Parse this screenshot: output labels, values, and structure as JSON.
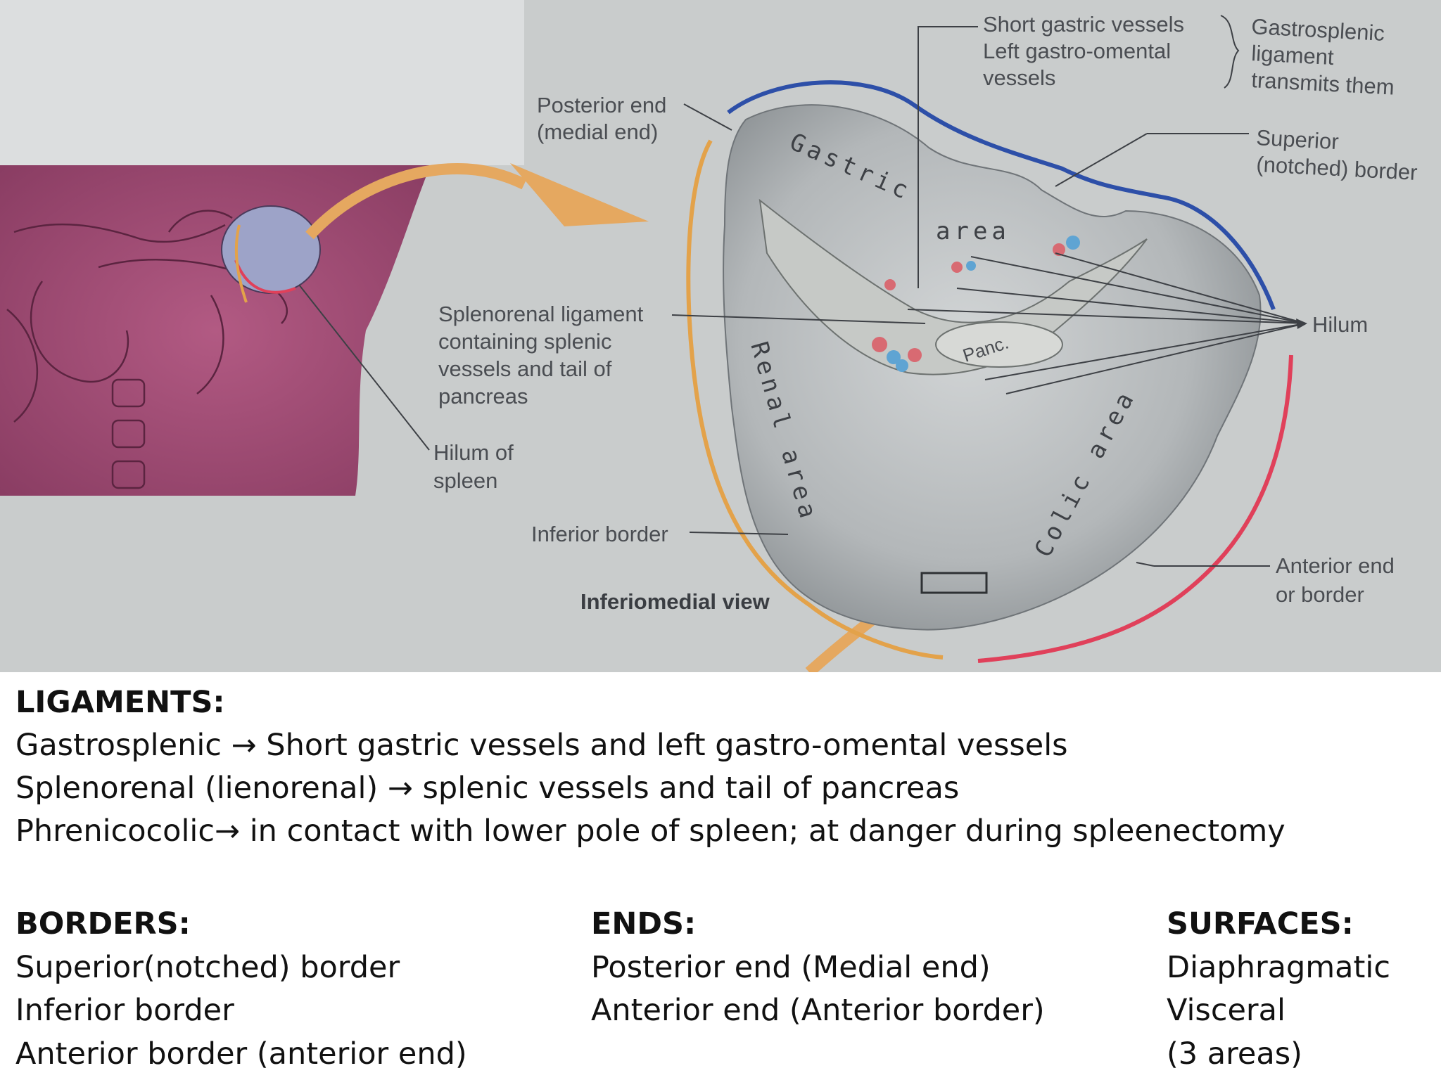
{
  "diagram": {
    "labels": {
      "short_gastric_1": "Short gastric vessels",
      "short_gastric_2": "Left gastro-omental",
      "short_gastric_3": "vessels",
      "gastrosplenic_1": "Gastrosplenic",
      "gastrosplenic_2": "ligament",
      "gastrosplenic_3": "transmits them",
      "posterior_end_1": "Posterior end",
      "posterior_end_2": "(medial end)",
      "superior_border_1": "Superior",
      "superior_border_2": "(notched) border",
      "splenorenal_1": "Splenorenal ligament",
      "splenorenal_2": "containing splenic",
      "splenorenal_3": "vessels and tail of",
      "splenorenal_4": "pancreas",
      "hilum": "Hilum",
      "hilum_of_spleen_1": "Hilum of",
      "hilum_of_spleen_2": "spleen",
      "inferior_border": "Inferior border",
      "view_title": "Inferiomedial view",
      "anterior_end_1": "Anterior end",
      "anterior_end_2": "or border",
      "gastric_area": "Gastric",
      "area_word": "area",
      "renal_area": "Renal area",
      "colic_area": "Colic area",
      "panc": "Panc."
    },
    "colors": {
      "superior_border": "#2d4fa8",
      "inferior_border": "#e3a24a",
      "anterior_border": "#e0405a",
      "arrow": "#e5a860",
      "body_bg": "#a14a73"
    }
  },
  "notes": {
    "ligaments_heading": "LIGAMENTS:",
    "ligament_lines": [
      "Gastrosplenic → Short gastric vessels and left gastro-omental vessels",
      "Splenorenal (lienorenal) → splenic vessels and tail of pancreas",
      "Phrenicocolic→ in contact with lower pole of spleen; at danger during spleenectomy"
    ],
    "borders": {
      "heading": "BORDERS:",
      "items": [
        "Superior(notched) border",
        "Inferior border",
        "Anterior border (anterior end)"
      ]
    },
    "ends": {
      "heading": "ENDS:",
      "items": [
        "Posterior end (Medial end)",
        "Anterior end (Anterior border)"
      ]
    },
    "surfaces": {
      "heading": "SURFACES:",
      "items": [
        "Diaphragmatic",
        "Visceral",
        "(3 areas)"
      ]
    }
  }
}
